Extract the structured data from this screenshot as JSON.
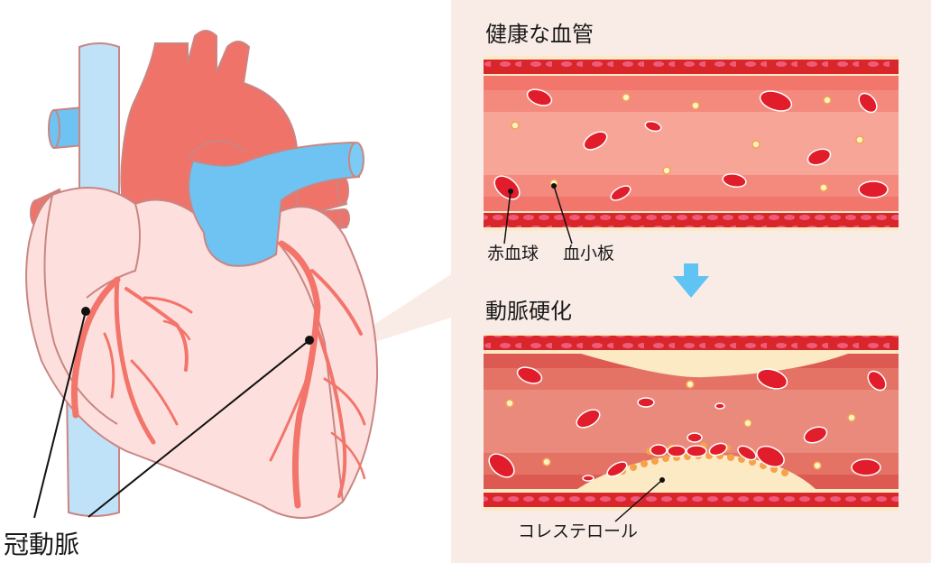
{
  "panels": {
    "healthy_title": "健康な血管",
    "sclerosis_title": "動脈硬化"
  },
  "labels": {
    "red_blood_cell": "赤血球",
    "platelet": "血小板",
    "cholesterol": "コレステロール",
    "coronary_artery": "冠動脈"
  },
  "colors": {
    "aorta": "#f0736a",
    "pulmonary_artery": "#6ec3f2",
    "vena_cava": "#bfe2f8",
    "heart_muscle": "#fde0dd",
    "outline": "#c98683",
    "coronary": "#f3746b",
    "vessel_wall": "#d8262b",
    "blood_cell": "#e21d2b",
    "platelet": "#f9f3c8",
    "cholesterol": "#fbeac4",
    "panel_bg": "#f9ece6",
    "arrow": "#5fc4f4"
  },
  "icons": {
    "down_arrow": "down-arrow-icon"
  }
}
